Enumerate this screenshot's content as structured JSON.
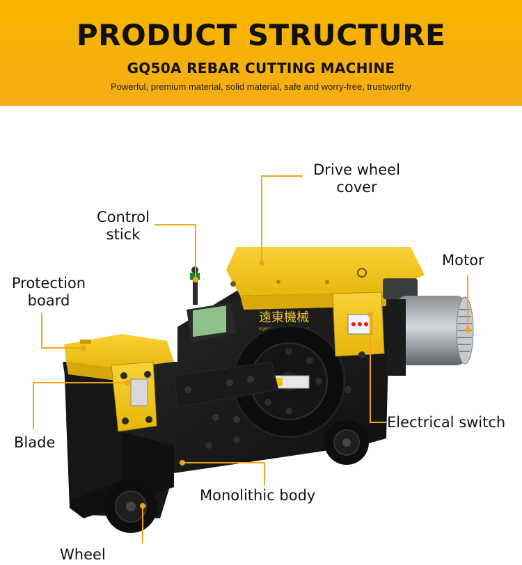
{
  "header": {
    "title": "PRODUCT STRUCTURE",
    "subtitle": "GQ50A REBAR CUTTING MACHINE",
    "tagline": "Powerful, premium material, solid material, safe and worry-free, trustworthy"
  },
  "machine": {
    "brand_text": "遠東機械",
    "brand_sub": "YUANDONG MACHINERY"
  },
  "labels": {
    "drive_wheel_cover": [
      "Drive wheel",
      "cover"
    ],
    "control_stick": [
      "Control",
      "stick"
    ],
    "protection_board": [
      "Protection",
      "board"
    ],
    "motor": "Motor",
    "electrical_switch": "Electrical switch",
    "blade": "Blade",
    "monolithic_body": "Monolithic body",
    "wheel": "Wheel"
  },
  "colors": {
    "header_bg": "#f7b500",
    "machine_yellow": "#f5c518",
    "machine_black": "#141414",
    "leader_line": "#f2a51a"
  }
}
